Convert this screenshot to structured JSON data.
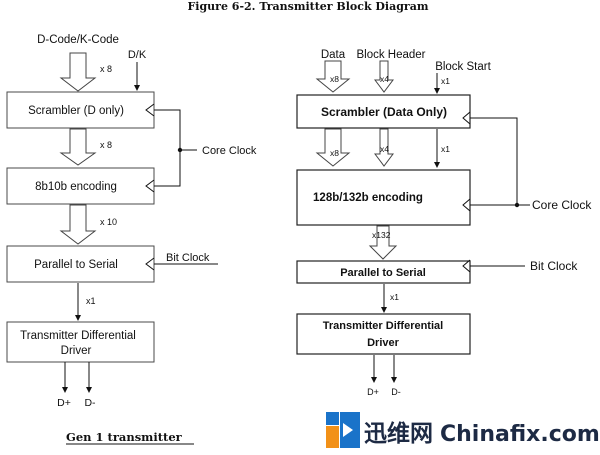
{
  "figure_title": "Figure 6-2.  Transmitter Block Diagram",
  "gen1": {
    "input_label": "D-Code/K-Code",
    "dk_label": "D/K",
    "x8_top": "x 8",
    "scrambler": "Scrambler (D only)",
    "x8_mid": "x 8",
    "core_clock": "Core Clock",
    "encoder": "8b10b encoding",
    "x10": "x 10",
    "p2s": "Parallel to Serial",
    "bit_clock": "Bit Clock",
    "x1": "x1",
    "driver_line1": "Transmitter Differential",
    "driver_line2": "Driver",
    "dplus": "D+",
    "dminus": "D-",
    "caption": "Gen 1 transmitter"
  },
  "gen3": {
    "data_label": "Data",
    "header_label": "Block Header",
    "start_label": "Block Start",
    "x8_top": "x8",
    "x4_top": "x4",
    "x1_top": "x1",
    "scrambler": "Scrambler (Data Only)",
    "x8_mid": "x8",
    "x4_mid": "x4",
    "x1_mid": "x1",
    "encoder": "128b/132b encoding",
    "core_clock": "Core Clock",
    "x132": "x132",
    "p2s": "Parallel to Serial",
    "bit_clock": "Bit Clock",
    "x1": "x1",
    "driver_line1": "Transmitter Differential",
    "driver_line2": "Driver",
    "dplus": "D+",
    "dminus": "D-"
  },
  "watermark": {
    "cn": "迅维网",
    "en": "Chinafix.com",
    "colors": {
      "blue": "#1a73c9",
      "orange": "#f29118",
      "dark": "#1d2a44"
    }
  }
}
